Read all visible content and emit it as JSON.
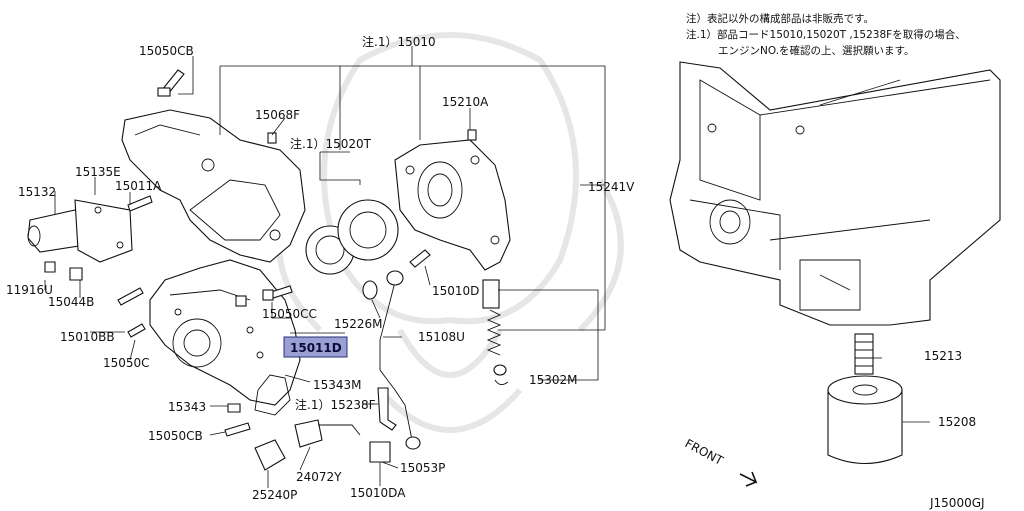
{
  "notes": [
    "注）表記以外の構成部品は非販売です。",
    "注.1）部品コード15010,15020T ,15238Fを取得の場合、",
    "エンジンNO.を確認の上、選択願います。"
  ],
  "diagram_code": "J15000GJ",
  "front_label": "FRONT",
  "highlighted_part": "15011D",
  "highlight_color": "#9aa0d4",
  "parts": {
    "p15050CB_top": "15050CB",
    "p15010": "注.1）15010",
    "p15068F": "15068F",
    "p15210A": "15210A",
    "p15020T": "注.1）15020T",
    "p15135E": "15135E",
    "p15011A": "15011A",
    "p15132": "15132",
    "p15241V": "15241V",
    "p11916U": "11916U",
    "p15044B": "15044B",
    "p15010D": "15010D",
    "p15010BB": "15010BB",
    "p15050CC": "15050CC",
    "p15226M": "15226M",
    "p15011D": "15011D",
    "p15108U": "15108U",
    "p15050C": "15050C",
    "p15213": "15213",
    "p15343M": "15343M",
    "p15302M": "15302M",
    "p15343": "15343",
    "p15238F": "注.1）15238F",
    "p15208": "15208",
    "p15050CB_bottom": "15050CB",
    "p24072Y": "24072Y",
    "p15053P": "15053P",
    "p25240P": "25240P",
    "p15010DA": "15010DA"
  }
}
